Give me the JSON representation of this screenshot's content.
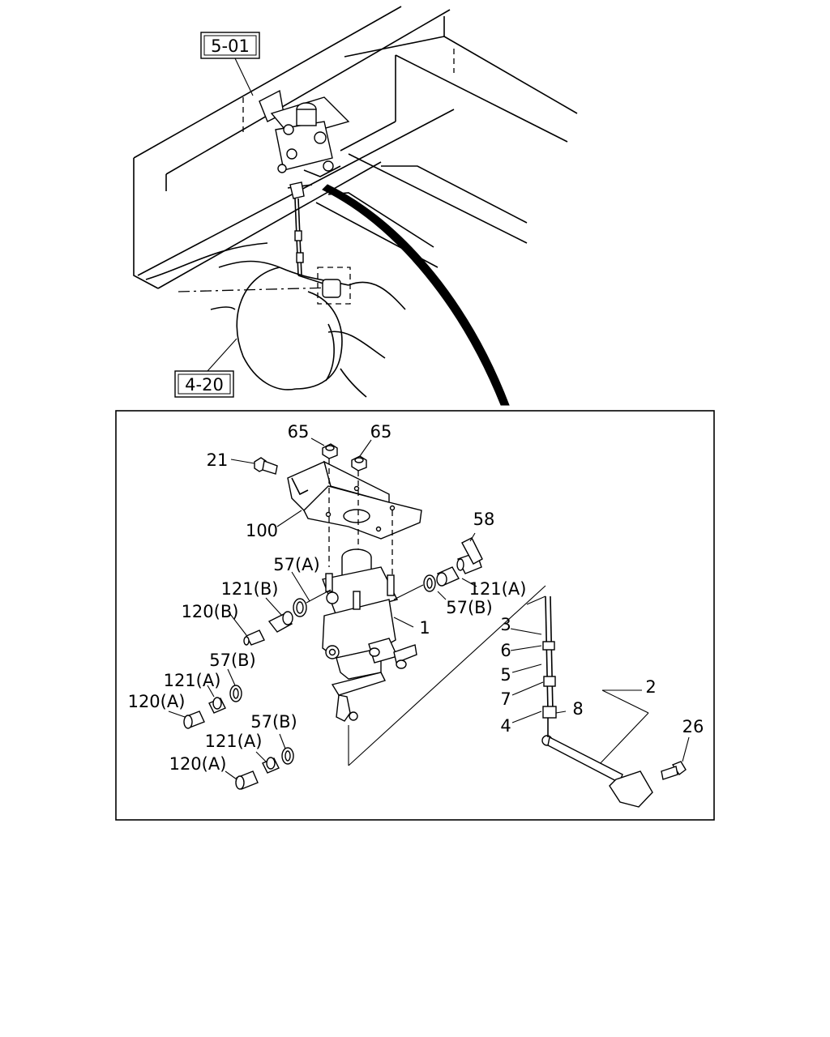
{
  "references": {
    "frame": "5-01",
    "axle": "4-20"
  },
  "parts": {
    "p65a": "65",
    "p65b": "65",
    "p21": "21",
    "p100": "100",
    "p58": "58",
    "p57a": "57(A)",
    "p121b": "121(B)",
    "p120b": "120(B)",
    "p121a_right": "121(A)",
    "p57b_right": "57(B)",
    "p1": "1",
    "p3": "3",
    "p6": "6",
    "p5": "5",
    "p7": "7",
    "p4": "4",
    "p8": "8",
    "p2": "2",
    "p26": "26",
    "p57b_mid": "57(B)",
    "p121a_mid": "121(A)",
    "p120a_mid": "120(A)",
    "p57b_low": "57(B)",
    "p121a_low": "121(A)",
    "p120a_low": "120(A)"
  }
}
